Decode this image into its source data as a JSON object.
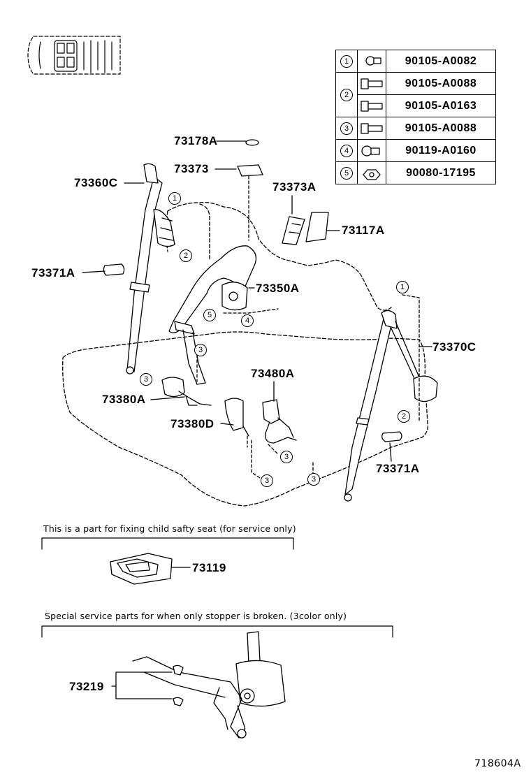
{
  "parts_table": {
    "rows": [
      {
        "ref": "1",
        "icon": "flange-bolt-icon",
        "parts": [
          "90105-A0082"
        ]
      },
      {
        "ref": "2",
        "icon": "long-bolt-icon",
        "parts": [
          "90105-A0088",
          "90105-A0163"
        ]
      },
      {
        "ref": "3",
        "icon": "long-bolt-icon",
        "parts": [
          "90105-A0088"
        ]
      },
      {
        "ref": "4",
        "icon": "hex-bolt-icon",
        "parts": [
          "90119-A0160"
        ]
      },
      {
        "ref": "5",
        "icon": "hex-nut-icon",
        "parts": [
          "90080-17195"
        ]
      }
    ]
  },
  "callouts": {
    "p73178A": "73178A",
    "p73373": "73373",
    "p73360C": "73360C",
    "p73373A": "73373A",
    "p73117A": "73117A",
    "p73371A_left": "73371A",
    "p73350A": "73350A",
    "p73370C": "73370C",
    "p73480A": "73480A",
    "p73380A": "73380A",
    "p73380D": "73380D",
    "p73371A_right": "73371A",
    "p73119": "73119",
    "p73219": "73219"
  },
  "ref_markers": {
    "m1a": "1",
    "m2a": "2",
    "m5": "5",
    "m4": "4",
    "m3a": "3",
    "m3b": "3",
    "m1b": "1",
    "m2b": "2",
    "m3c": "3",
    "m3d": "3",
    "m3e": "3"
  },
  "notes": {
    "child_seat": "This is a part for fixing child safty seat (for service only)",
    "stopper": "Special service parts for when only stopper is broken. (3color only)"
  },
  "figure_number": "718604A"
}
